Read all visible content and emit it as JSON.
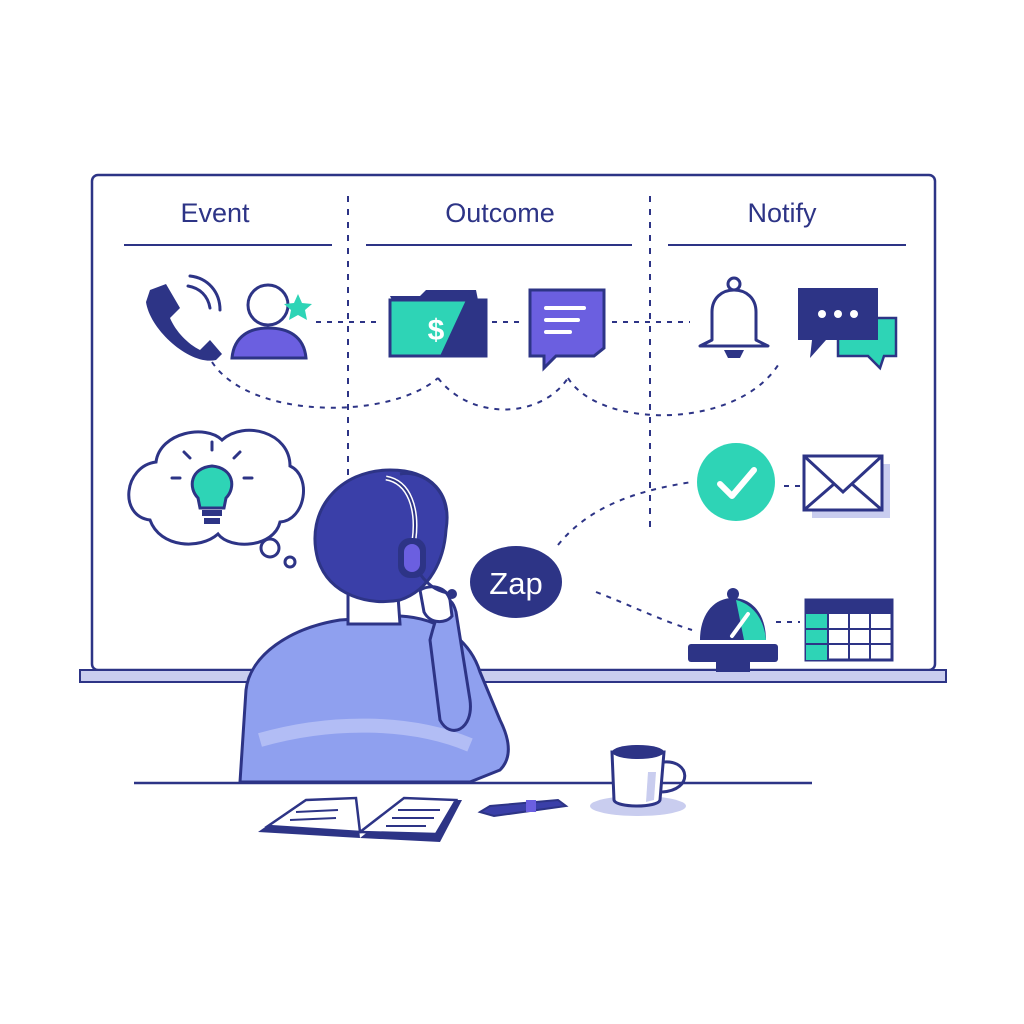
{
  "board": {
    "columns": [
      "Event",
      "Outcome",
      "Notify"
    ]
  },
  "zap_badge": {
    "label": "Zap"
  },
  "icons": {
    "event": [
      "phone-icon",
      "user-star-icon"
    ],
    "outcome": [
      "money-folder-icon",
      "chat-note-icon"
    ],
    "notify": [
      "bell-icon",
      "chat-bubbles-icon",
      "check-circle-icon",
      "envelope-icon",
      "service-bell-icon",
      "spreadsheet-icon"
    ],
    "idea": "lightbulb-thought-icon"
  },
  "colors": {
    "ink": "#2d3486",
    "accent": "#2ed4b6",
    "violet": "#6b5fe0",
    "shirt": "#8fa0ef",
    "board_shadow": "#c9cdef"
  }
}
